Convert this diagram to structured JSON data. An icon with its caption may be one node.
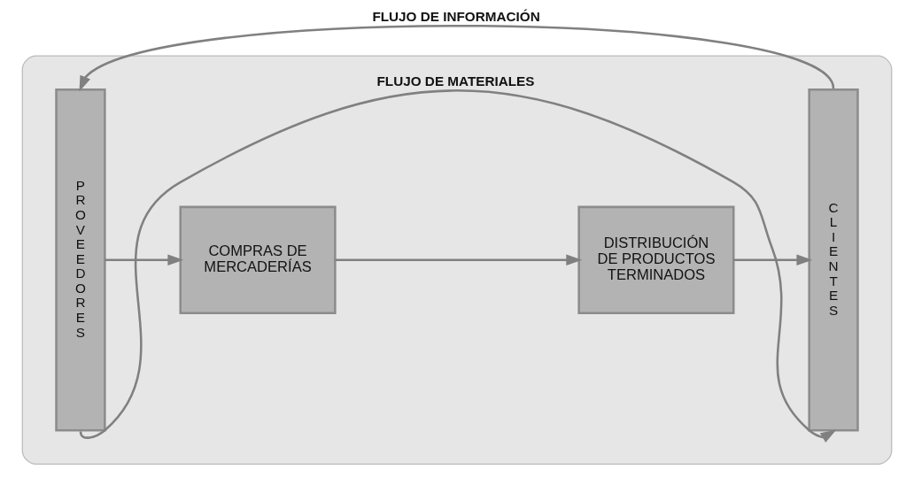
{
  "diagram": {
    "nodes": [
      {
        "text": [],
        "shape": "box"
      },
      {
        "text": [
          "P R O V E E D O R E S"
        ],
        "in": 0
      },
      {
        "text": [
          "COMPRAS DE MERCADERÍAS"
        ],
        "in": 0
      },
      {
        "text": [
          "DISTRIBUCIÓN DE PRODUCTOS TERMINADOS"
        ],
        "in": 0
      },
      {
        "text": [
          "C L I E N T E S"
        ],
        "in": 0
      }
    ],
    "edges": [
      {
        "from": 1,
        "to": 2,
        "arrow": "to"
      },
      {
        "from": 2,
        "to": 3,
        "arrow": "to"
      },
      {
        "from": 3,
        "to": 4,
        "arrow": "to"
      },
      {
        "from": 4,
        "to": 1,
        "arrow": "to",
        "label": "FLUJO DE INFORMACIÓN"
      },
      {
        "from": 1,
        "to": 4,
        "arrow": "to",
        "label": "FLUJO DE MATERIALES"
      }
    ]
  }
}
